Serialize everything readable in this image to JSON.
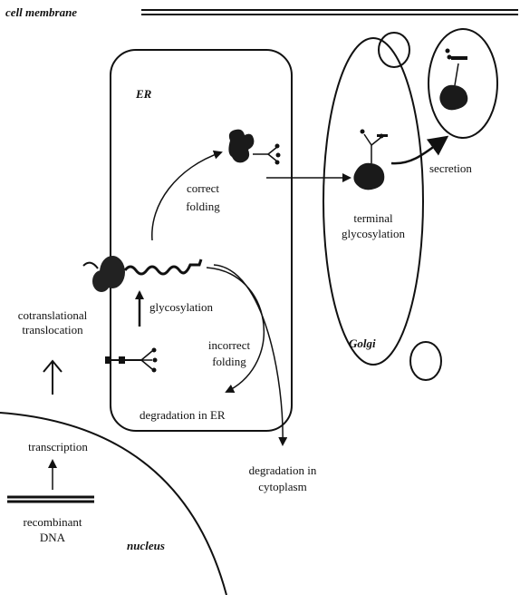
{
  "labels": {
    "cell_membrane": "cell membrane",
    "er": "ER",
    "golgi": "Golgi",
    "nucleus": "nucleus",
    "correct_folding_1": "correct",
    "correct_folding_2": "folding",
    "terminal_glyco_1": "terminal",
    "terminal_glyco_2": "glycosylation",
    "secretion": "secretion",
    "cotranslational_1": "cotranslational",
    "cotranslational_2": "translocation",
    "glycosylation": "glycosylation",
    "incorrect_folding_1": "incorrect",
    "incorrect_folding_2": "folding",
    "degradation_er": "degradation in ER",
    "degradation_cyto_1": "degradation in",
    "degradation_cyto_2": "cytoplasm",
    "transcription": "transcription",
    "recombinant_1": "recombinant",
    "recombinant_2": "DNA"
  },
  "colors": {
    "ink": "#111111",
    "background": "#ffffff"
  }
}
